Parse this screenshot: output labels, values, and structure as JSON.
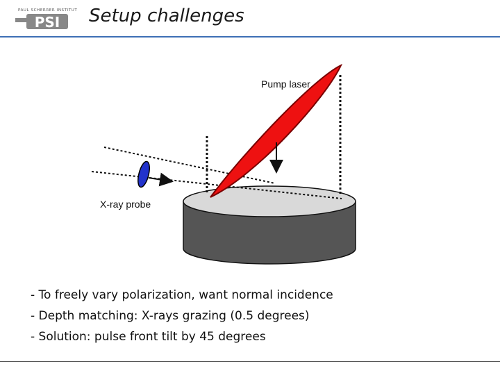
{
  "header": {
    "logo_top_text": "PAUL SCHERRER INSTITUT",
    "logo_mark_text": "PSI",
    "title": "Setup challenges"
  },
  "diagram": {
    "pump_label": "Pump laser",
    "probe_label": "X-ray probe",
    "colors": {
      "pump_pulse": "#ee1111",
      "probe_pulse": "#2233cc",
      "sample": "#555555",
      "sample_top": "#d9d9d9"
    }
  },
  "bullets": [
    "- To freely vary polarization, want normal incidence",
    "- Depth matching: X-rays grazing (0.5 degrees)",
    "- Solution:  pulse front tilt by 45 degrees"
  ]
}
